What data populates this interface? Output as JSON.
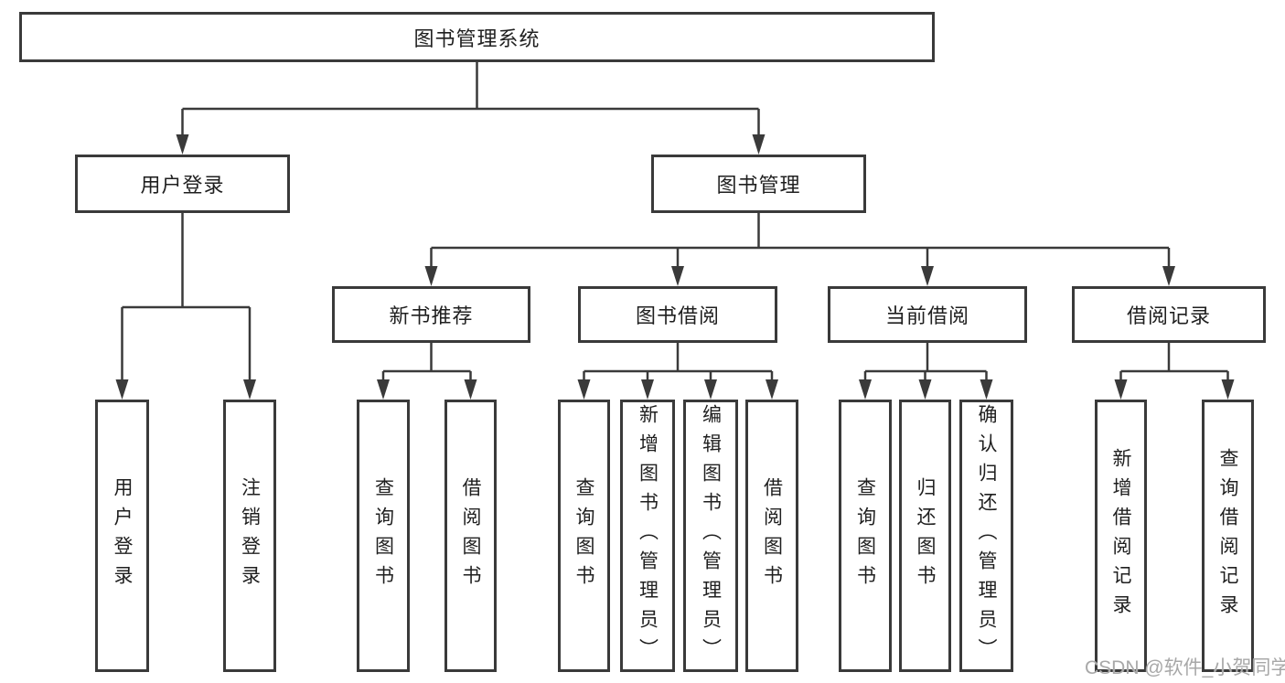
{
  "tree": {
    "root": {
      "label": "图书管理系统"
    },
    "level2": [
      {
        "label": "用户登录",
        "children": [
          {
            "label": "用户登录"
          },
          {
            "label": "注销登录"
          }
        ]
      },
      {
        "label": "图书管理",
        "children": [
          {
            "label": "新书推荐",
            "children": [
              {
                "label": "查询图书"
              },
              {
                "label": "借阅图书"
              }
            ]
          },
          {
            "label": "图书借阅",
            "children": [
              {
                "label": "查询图书"
              },
              {
                "label": "新增图书（管理员）"
              },
              {
                "label": "编辑图书（管理员）"
              },
              {
                "label": "借阅图书"
              }
            ]
          },
          {
            "label": "当前借阅",
            "children": [
              {
                "label": "查询图书"
              },
              {
                "label": "归还图书"
              },
              {
                "label": "确认归还（管理员）"
              }
            ]
          },
          {
            "label": "借阅记录",
            "children": [
              {
                "label": "新增借阅记录"
              },
              {
                "label": "查询借阅记录"
              }
            ]
          }
        ]
      }
    ]
  },
  "watermark": "CSDN @软件_小贺同学",
  "colors": {
    "line": "#3a3a3a",
    "text": "#1f1f1f",
    "watermark": "#a8a8a8",
    "background": "#ffffff"
  }
}
